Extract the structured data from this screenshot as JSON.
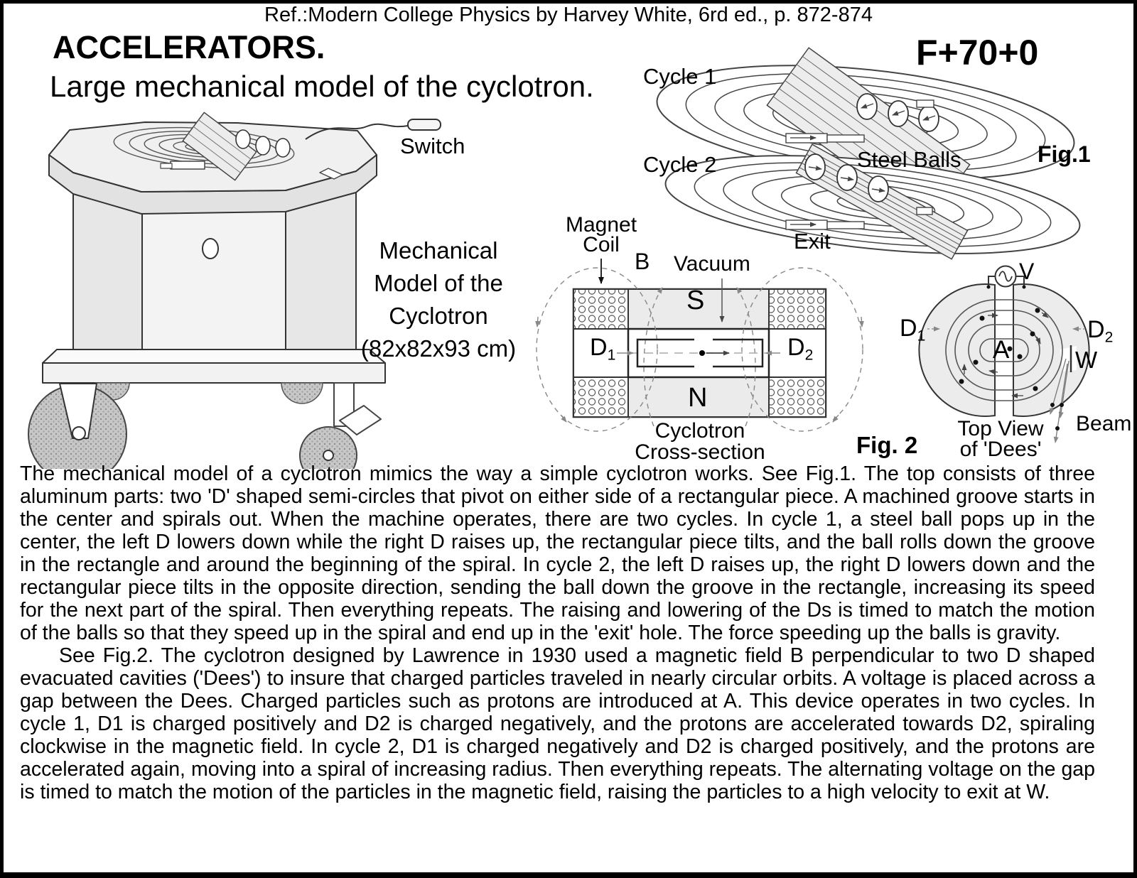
{
  "header": {
    "ref": "Ref.:Modern College Physics by Harvey White, 6rd ed., p. 872-874",
    "title": "ACCELERATORS.",
    "code": "F+70+0",
    "subtitle": "Large mechanical model of the cyclotron."
  },
  "model": {
    "switch": "Switch",
    "caption": "Mechanical\nModel of the\nCyclotron\n(82x82x93 cm)"
  },
  "fig1": {
    "cycle1": "Cycle 1",
    "cycle2": "Cycle 2",
    "steel_balls": "Steel Balls",
    "exit": "Exit",
    "label": "Fig.1"
  },
  "cross_section": {
    "magnet_coil": "Magnet\nCoil",
    "b": "B",
    "vacuum": "Vacuum",
    "s": "S",
    "n": "N",
    "d1_base": "D",
    "d1_sub": "1",
    "d2_base": "D",
    "d2_sub": "2",
    "caption": "Cyclotron\nCross-section",
    "fig_label": "Fig. 2"
  },
  "top_view": {
    "v": "V",
    "d1_base": "D",
    "d1_sub": "1",
    "d2_base": "D",
    "d2_sub": "2",
    "a": "A",
    "w": "W",
    "beam": "Beam",
    "caption": "Top View\nof 'Dees'"
  },
  "body": {
    "paragraphs": [
      "The mechanical model of a cyclotron mimics the way a simple cyclotron works. See Fig.1. The top consists of three aluminum parts: two 'D' shaped semi-circles that pivot on either side of a rectangular piece. A machined groove starts in the center and spirals out. When the machine operates, there are two cycles. In cycle 1, a steel ball pops up in the center, the left D lowers down while the right D raises up, the rectangular piece tilts, and the ball rolls down the groove in the rectangle and around the beginning of the spiral. In cycle 2, the left D raises up, the right D lowers down and the rectangular piece tilts in the opposite direction, sending the ball down the groove in the rectangle, increasing its speed for the next part of the spiral. Then everything repeats. The raising and lowering of the Ds is timed to match the motion of the balls so that they speed up in the spiral and end up in the 'exit' hole. The force speeding up the balls is gravity.",
      "See Fig.2. The cyclotron designed by Lawrence in 1930 used a magnetic field B perpendicular to two D shaped evacuated cavities ('Dees') to insure that charged particles traveled in nearly circular orbits. A voltage is placed across a gap between the Dees. Charged particles such as protons are introduced at A. This device operates in two cycles. In cycle 1, D1 is charged positively and D2 is charged negatively, and the protons are accelerated towards D2, spiraling clockwise in the magnetic field. In cycle 2, D1 is charged negatively and D2 is charged positively, and the protons are accelerated again, moving into a spiral of increasing radius. Then everything repeats. The alternating voltage on the gap is timed to match the motion of the particles in the magnetic field, raising the particles to a high velocity to exit at W."
    ]
  }
}
